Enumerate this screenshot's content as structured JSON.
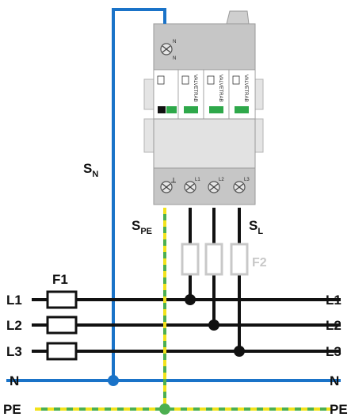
{
  "labels": {
    "sn_main": "S",
    "sn_sub": "N",
    "spe_main": "S",
    "spe_sub": "PE",
    "sl_main": "S",
    "sl_sub": "L",
    "f1": "F1",
    "f2": "F2",
    "l1": "L1",
    "l2": "L2",
    "l3": "L3",
    "n": "N",
    "pe": "PE"
  },
  "device": {
    "top_terminal_label": "N",
    "module_brand": "VALVETRAB",
    "bottom_terminals": [
      "L1",
      "L2",
      "L3"
    ]
  },
  "colors": {
    "phase_wire": "#111111",
    "neutral_wire": "#1a73c8",
    "pe_green": "#4caf50",
    "pe_yellow": "#f2e21b",
    "device_body": "#d9d9d9",
    "fuse_f2": "#c8c8c8",
    "indicator_green": "#2ea84a"
  }
}
